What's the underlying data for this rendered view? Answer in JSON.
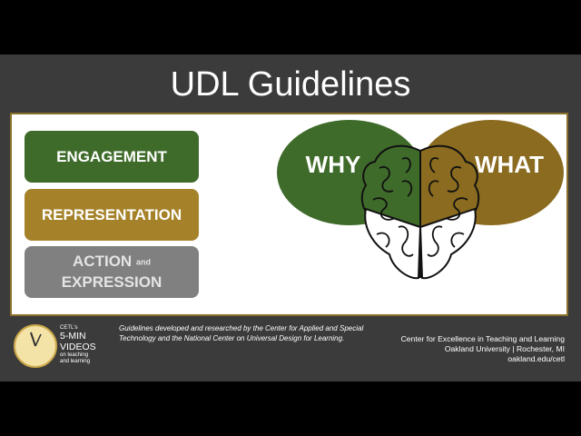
{
  "slide": {
    "title": "UDL Guidelines",
    "principles": {
      "engagement": "ENGAGEMENT",
      "representation": "REPRESENTATION",
      "action": "ACTION",
      "and": "and",
      "expression": "EXPRESSION"
    },
    "venn": {
      "left_label": "WHY",
      "right_label": "WHAT",
      "left_color": "#3f6b2a",
      "right_color": "#8a6b1f",
      "icon": "brain-icon"
    }
  },
  "footer": {
    "cetl": {
      "line1": "CETL's",
      "line2": "5-MIN",
      "line3": "VIDEOS",
      "line4": "on teaching",
      "line5": "and learning",
      "icon": "clock-icon"
    },
    "credit": "Guidelines developed and researched by the Center for Applied and Special Technology and the National Center on Universal Design for Learning.",
    "center": {
      "line1": "Center for Excellence in Teaching and Learning",
      "line2": "Oakland University  |  Rochester, MI",
      "line3": "oakland.edu/cetl"
    }
  },
  "colors": {
    "engagement": "#3f6b2a",
    "representation": "#a5822a",
    "action": "#808080",
    "background": "#3b3b3b",
    "panel_border": "#8b6f2c"
  }
}
